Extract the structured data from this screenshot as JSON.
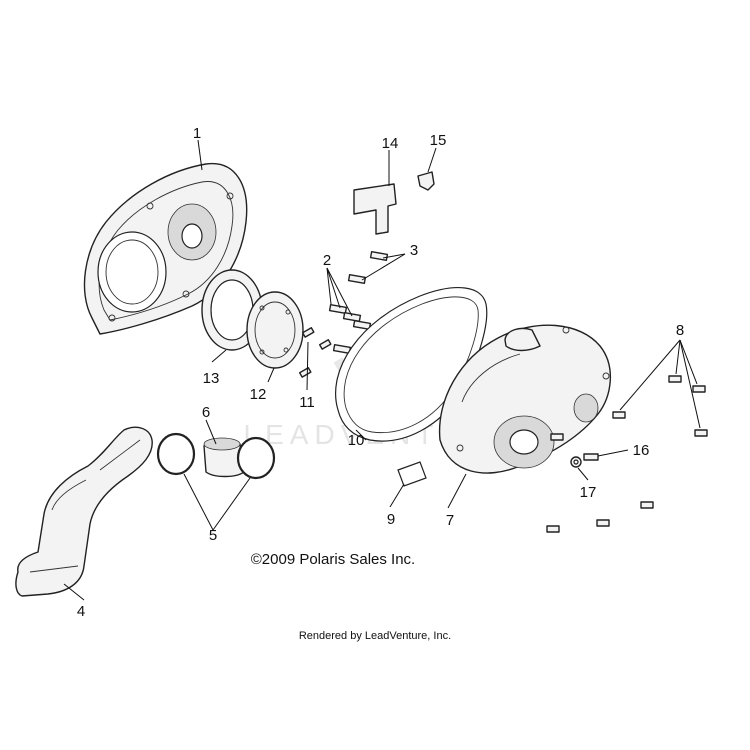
{
  "callouts": {
    "c1": "1",
    "c2": "2",
    "c3": "3",
    "c4": "4",
    "c5": "5",
    "c6": "6",
    "c7": "7",
    "c8": "8",
    "c9": "9",
    "c10": "10",
    "c11": "11",
    "c12": "12",
    "c13": "13",
    "c14": "14",
    "c15": "15",
    "c16": "16",
    "c17": "17"
  },
  "watermark": "LEADVENTURE",
  "copyright": "©2009 Polaris Sales Inc.",
  "rendered_by": "Rendered by LeadVenture, Inc."
}
